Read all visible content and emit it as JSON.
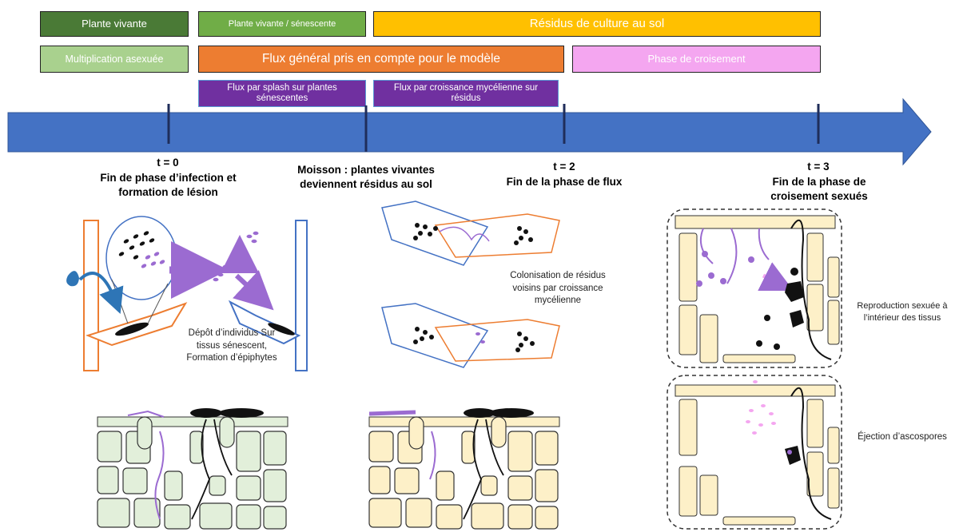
{
  "legend": {
    "plante_vivante": "Plante vivante",
    "plante_senescente": "Plante vivante / sénescente",
    "residus": "Résidus de culture au sol",
    "multiplication": "Multiplication asexuée",
    "flux_general": "Flux général pris en compte pour le modèle",
    "croisement": "Phase de croisement",
    "flux_splash": "Flux par splash sur plantes sénescentes",
    "flux_mycelien": "Flux par croissance mycélienne sur résidus"
  },
  "timeline": {
    "t0": "t = 0",
    "t0_desc": "Fin de phase d’infection et formation de lésion",
    "moisson_desc": "Moisson : plantes vivantes deviennent résidus au sol",
    "t2": "t = 2",
    "t2_desc": "Fin de la phase de flux",
    "t3": "t = 3",
    "t3_desc": "Fin de la phase de croisement sexués"
  },
  "annotations": {
    "depot": "Dépôt d’individus Sur tissus sénescent, Formation d’épiphytes",
    "colonisation": "Colonisation de résidus voisins par croissance mycélienne",
    "reproduction": "Reproduction sexuée à l’intérieur des tissus",
    "ejection": "Éjection d’ascospores"
  },
  "colors": {
    "dark_green": "#4a7a36",
    "light_green": "#a9d18e",
    "orange_yellow": "#ffc000",
    "orange": "#ed7d31",
    "pink": "#f4a6f0",
    "purple": "#7030a0",
    "arrow_blue": "#4472c4",
    "tissue_green": "#e2efda",
    "tissue_cream": "#fdf0c8"
  }
}
